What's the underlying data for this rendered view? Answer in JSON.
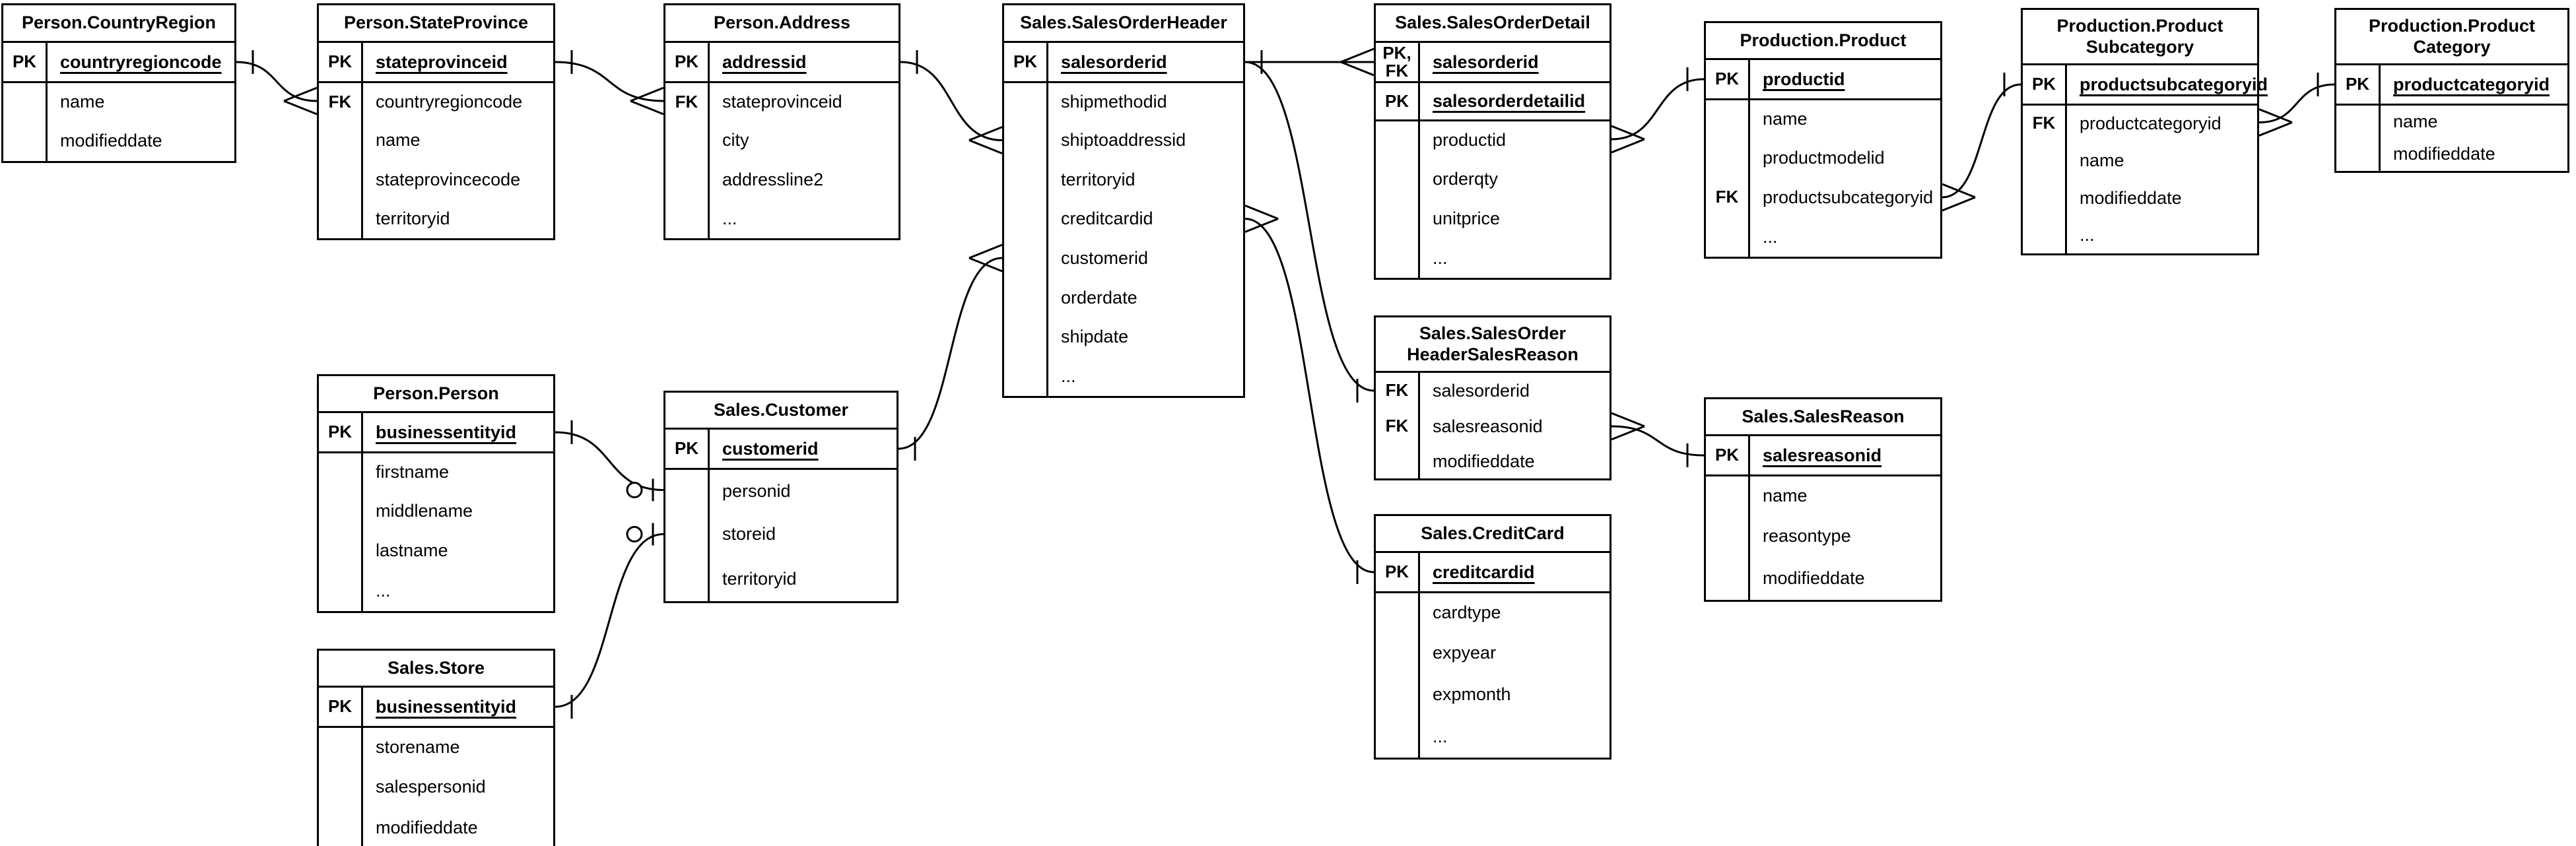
{
  "diagram": {
    "type": "entity-relationship",
    "colors": {
      "line": "#000000",
      "background": "#ffffff",
      "text": "#000000"
    },
    "tables": [
      {
        "id": "country_region",
        "title": "Person.CountryRegion",
        "rows": [
          {
            "key": "PK",
            "name": "countryregioncode",
            "keyed": true,
            "sep": false
          },
          {
            "key": "",
            "name": "name",
            "keyed": false,
            "sep": true
          },
          {
            "key": "",
            "name": "modifieddate",
            "keyed": false,
            "sep": false
          }
        ]
      },
      {
        "id": "state_province",
        "title": "Person.StateProvince",
        "rows": [
          {
            "key": "PK",
            "name": "stateprovinceid",
            "keyed": true,
            "sep": false
          },
          {
            "key": "FK",
            "name": "countryregioncode",
            "keyed": false,
            "sep": true
          },
          {
            "key": "",
            "name": "name",
            "keyed": false,
            "sep": false
          },
          {
            "key": "",
            "name": "stateprovincecode",
            "keyed": false,
            "sep": false
          },
          {
            "key": "",
            "name": "territoryid",
            "keyed": false,
            "sep": false
          }
        ]
      },
      {
        "id": "address",
        "title": "Person.Address",
        "rows": [
          {
            "key": "PK",
            "name": "addressid",
            "keyed": true,
            "sep": false
          },
          {
            "key": "FK",
            "name": "stateprovinceid",
            "keyed": false,
            "sep": true
          },
          {
            "key": "",
            "name": "city",
            "keyed": false,
            "sep": false
          },
          {
            "key": "",
            "name": "addressline2",
            "keyed": false,
            "sep": false
          },
          {
            "key": "",
            "name": "...",
            "keyed": false,
            "sep": false
          }
        ]
      },
      {
        "id": "sales_order_header",
        "title": "Sales.SalesOrderHeader",
        "rows": [
          {
            "key": "PK",
            "name": "salesorderid",
            "keyed": true,
            "sep": false
          },
          {
            "key": "",
            "name": "shipmethodid",
            "keyed": false,
            "sep": true
          },
          {
            "key": "",
            "name": "shiptoaddressid",
            "keyed": false,
            "sep": false
          },
          {
            "key": "",
            "name": "territoryid",
            "keyed": false,
            "sep": false
          },
          {
            "key": "",
            "name": "creditcardid",
            "keyed": false,
            "sep": false
          },
          {
            "key": "",
            "name": "customerid",
            "keyed": false,
            "sep": false
          },
          {
            "key": "",
            "name": "orderdate",
            "keyed": false,
            "sep": false
          },
          {
            "key": "",
            "name": "shipdate",
            "keyed": false,
            "sep": false
          },
          {
            "key": "",
            "name": "...",
            "keyed": false,
            "sep": false
          }
        ]
      },
      {
        "id": "sales_order_detail",
        "title": "Sales.SalesOrderDetail",
        "rows": [
          {
            "key": "PK,\nFK",
            "name": "salesorderid",
            "keyed": true,
            "sep": false
          },
          {
            "key": "PK",
            "name": "salesorderdetailid",
            "keyed": true,
            "sep": true
          },
          {
            "key": "",
            "name": "productid",
            "keyed": false,
            "sep": true
          },
          {
            "key": "",
            "name": "orderqty",
            "keyed": false,
            "sep": false
          },
          {
            "key": "",
            "name": "unitprice",
            "keyed": false,
            "sep": false
          },
          {
            "key": "",
            "name": "...",
            "keyed": false,
            "sep": false
          }
        ]
      },
      {
        "id": "product",
        "title": "Production.Product",
        "rows": [
          {
            "key": "PK",
            "name": "productid",
            "keyed": true,
            "sep": false
          },
          {
            "key": "",
            "name": "name",
            "keyed": false,
            "sep": true
          },
          {
            "key": "",
            "name": "productmodelid",
            "keyed": false,
            "sep": false
          },
          {
            "key": "FK",
            "name": "productsubcategoryid",
            "keyed": false,
            "sep": false
          },
          {
            "key": "",
            "name": "...",
            "keyed": false,
            "sep": false
          }
        ]
      },
      {
        "id": "product_subcategory",
        "title": "Production.Product\nSubcategory",
        "rows": [
          {
            "key": "PK",
            "name": "productsubcategoryid",
            "keyed": true,
            "sep": false
          },
          {
            "key": "FK",
            "name": "productcategoryid",
            "keyed": false,
            "sep": true
          },
          {
            "key": "",
            "name": "name",
            "keyed": false,
            "sep": false
          },
          {
            "key": "",
            "name": "modifieddate",
            "keyed": false,
            "sep": false
          },
          {
            "key": "",
            "name": "...",
            "keyed": false,
            "sep": false
          }
        ]
      },
      {
        "id": "product_category",
        "title": "Production.Product\nCategory",
        "rows": [
          {
            "key": "PK",
            "name": "productcategoryid",
            "keyed": true,
            "sep": false
          },
          {
            "key": "",
            "name": "name",
            "keyed": false,
            "sep": true
          },
          {
            "key": "",
            "name": "modifieddate",
            "keyed": false,
            "sep": false
          }
        ]
      },
      {
        "id": "person",
        "title": "Person.Person",
        "rows": [
          {
            "key": "PK",
            "name": "businessentityid",
            "keyed": true,
            "sep": false
          },
          {
            "key": "",
            "name": "firstname",
            "keyed": false,
            "sep": true
          },
          {
            "key": "",
            "name": "middlename",
            "keyed": false,
            "sep": false
          },
          {
            "key": "",
            "name": "lastname",
            "keyed": false,
            "sep": false
          },
          {
            "key": "",
            "name": "...",
            "keyed": false,
            "sep": false
          }
        ]
      },
      {
        "id": "customer",
        "title": "Sales.Customer",
        "rows": [
          {
            "key": "PK",
            "name": "customerid",
            "keyed": true,
            "sep": false
          },
          {
            "key": "",
            "name": "personid",
            "keyed": false,
            "sep": true
          },
          {
            "key": "",
            "name": "storeid",
            "keyed": false,
            "sep": false
          },
          {
            "key": "",
            "name": "territoryid",
            "keyed": false,
            "sep": false
          }
        ]
      },
      {
        "id": "sales_order_header_sales_reason",
        "title": "Sales.SalesOrder\nHeaderSalesReason",
        "rows": [
          {
            "key": "FK",
            "name": "salesorderid",
            "keyed": false,
            "sep": false
          },
          {
            "key": "FK",
            "name": "salesreasonid",
            "keyed": false,
            "sep": false
          },
          {
            "key": "",
            "name": "modifieddate",
            "keyed": false,
            "sep": false
          }
        ]
      },
      {
        "id": "sales_reason",
        "title": "Sales.SalesReason",
        "rows": [
          {
            "key": "PK",
            "name": "salesreasonid",
            "keyed": true,
            "sep": false
          },
          {
            "key": "",
            "name": "name",
            "keyed": false,
            "sep": true
          },
          {
            "key": "",
            "name": "reasontype",
            "keyed": false,
            "sep": false
          },
          {
            "key": "",
            "name": "modifieddate",
            "keyed": false,
            "sep": false
          }
        ]
      },
      {
        "id": "credit_card",
        "title": "Sales.CreditCard",
        "rows": [
          {
            "key": "PK",
            "name": "creditcardid",
            "keyed": true,
            "sep": false
          },
          {
            "key": "",
            "name": "cardtype",
            "keyed": false,
            "sep": true
          },
          {
            "key": "",
            "name": "expyear",
            "keyed": false,
            "sep": false
          },
          {
            "key": "",
            "name": "expmonth",
            "keyed": false,
            "sep": false
          },
          {
            "key": "",
            "name": "...",
            "keyed": false,
            "sep": false
          }
        ]
      },
      {
        "id": "store",
        "title": "Sales.Store",
        "rows": [
          {
            "key": "PK",
            "name": "businessentityid",
            "keyed": true,
            "sep": false
          },
          {
            "key": "",
            "name": "storename",
            "keyed": false,
            "sep": true
          },
          {
            "key": "",
            "name": "salespersonid",
            "keyed": false,
            "sep": false
          },
          {
            "key": "",
            "name": "modifieddate",
            "keyed": false,
            "sep": false
          }
        ]
      }
    ],
    "relationships": [
      {
        "from_table": "country_region",
        "from_field": "countryregioncode",
        "from_row": 0,
        "from_marker": "one",
        "to_table": "state_province",
        "to_field": "countryregioncode",
        "to_row": 1,
        "to_marker": "many"
      },
      {
        "from_table": "state_province",
        "from_field": "stateprovinceid",
        "from_row": 0,
        "from_marker": "one",
        "to_table": "address",
        "to_field": "stateprovinceid",
        "to_row": 1,
        "to_marker": "many"
      },
      {
        "from_table": "address",
        "from_field": "addressid",
        "from_row": 0,
        "from_marker": "one",
        "to_table": "sales_order_header",
        "to_field": "shiptoaddressid",
        "to_row": 2,
        "to_marker": "many"
      },
      {
        "from_table": "customer",
        "from_field": "customerid",
        "from_row": 0,
        "from_marker": "one",
        "to_table": "sales_order_header",
        "to_field": "customerid",
        "to_row": 5,
        "to_marker": "many"
      },
      {
        "from_table": "sales_order_header",
        "from_field": "salesorderid",
        "from_row": 0,
        "from_marker": "one",
        "to_table": "sales_order_detail",
        "to_field": "salesorderid",
        "to_row": 0,
        "to_marker": "many"
      },
      {
        "from_table": "sales_order_header",
        "from_field": "salesorderid",
        "from_row": 0,
        "from_marker": "none",
        "to_table": "sales_order_header_sales_reason",
        "to_field": "salesorderid",
        "to_row": 0,
        "to_marker": "one"
      },
      {
        "from_table": "sales_order_header",
        "from_field": "creditcardid",
        "from_row": 4,
        "from_marker": "many",
        "to_table": "credit_card",
        "to_field": "creditcardid",
        "to_row": 0,
        "to_marker": "one"
      },
      {
        "from_table": "sales_order_detail",
        "from_field": "productid",
        "from_row": 2,
        "from_marker": "many",
        "to_table": "product",
        "to_field": "productid",
        "to_row": 0,
        "to_marker": "one"
      },
      {
        "from_table": "product",
        "from_field": "productsubcategoryid",
        "from_row": 3,
        "from_marker": "many",
        "to_table": "product_subcategory",
        "to_field": "productsubcategoryid",
        "to_row": 0,
        "to_marker": "one"
      },
      {
        "from_table": "product_subcategory",
        "from_field": "productcategoryid",
        "from_row": 1,
        "from_marker": "many",
        "to_table": "product_category",
        "to_field": "productcategoryid",
        "to_row": 0,
        "to_marker": "one"
      },
      {
        "from_table": "sales_order_header_sales_reason",
        "from_field": "salesreasonid",
        "from_row": 1,
        "from_marker": "many",
        "to_table": "sales_reason",
        "to_field": "salesreasonid",
        "to_row": 0,
        "to_marker": "one"
      },
      {
        "from_table": "person",
        "from_field": "businessentityid",
        "from_row": 0,
        "from_marker": "one",
        "to_table": "customer",
        "to_field": "personid",
        "to_row": 1,
        "to_marker": "zero-or-one"
      },
      {
        "from_table": "store",
        "from_field": "businessentityid",
        "from_row": 0,
        "from_marker": "one",
        "to_table": "customer",
        "to_field": "storeid",
        "to_row": 2,
        "to_marker": "zero-or-one"
      }
    ]
  }
}
